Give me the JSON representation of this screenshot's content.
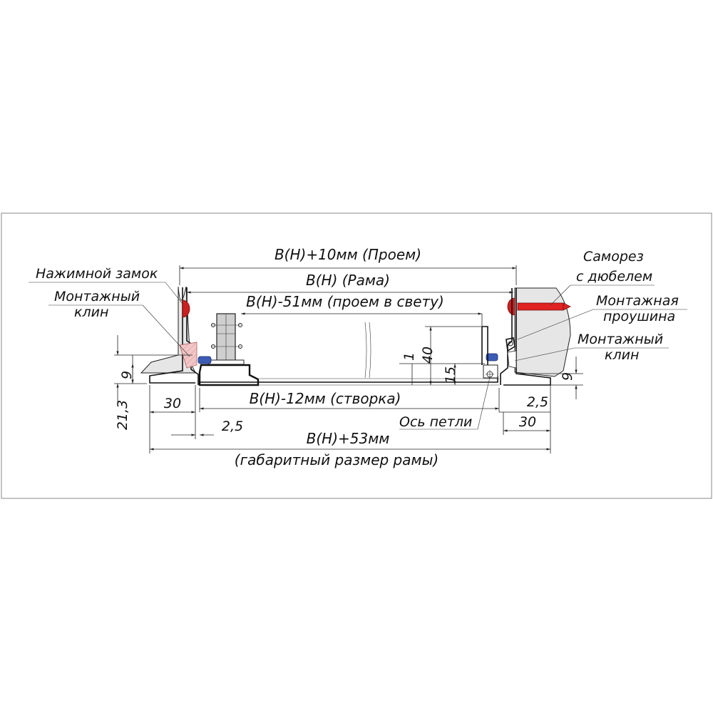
{
  "labels": {
    "opening": "B(H)+10мм (Проем)",
    "frame": "B(H) (Рама)",
    "clear_opening": "B(H)-51мм (проем в свету)",
    "sash": "B(H)-12мм (створка)",
    "overall": "B(H)+53мм",
    "overall_note": "(габаритный размер рамы)",
    "push_lock": "Нажимной замок",
    "mount_wedge_left_1": "Монтажный",
    "mount_wedge_left_2": "клин",
    "screw_1": "Саморез",
    "screw_2": "с дюбелем",
    "mount_lug_1": "Монтажная",
    "mount_lug_2": "проушина",
    "mount_wedge_right_1": "Монтажный",
    "mount_wedge_right_2": "клин",
    "hinge_axis": "Ось петли"
  },
  "dims": {
    "d_21_3": "21,3",
    "d_9_left": "9",
    "d_30_left": "30",
    "d_2_5_left": "2,5",
    "d_1": "1",
    "d_40": "40",
    "d_15": "15",
    "d_9_right": "9",
    "d_2_5_right": "2,5",
    "d_30_right": "30"
  },
  "colors": {
    "line": "#111111",
    "wall_fill": "#e6e6e6",
    "lock_red": "#cc1f1f",
    "screw_red": "#e02222",
    "wedge_pink": "#f2c6c6",
    "seal_blue": "#3b5bb5",
    "lock_body": "#cfcfcf"
  }
}
